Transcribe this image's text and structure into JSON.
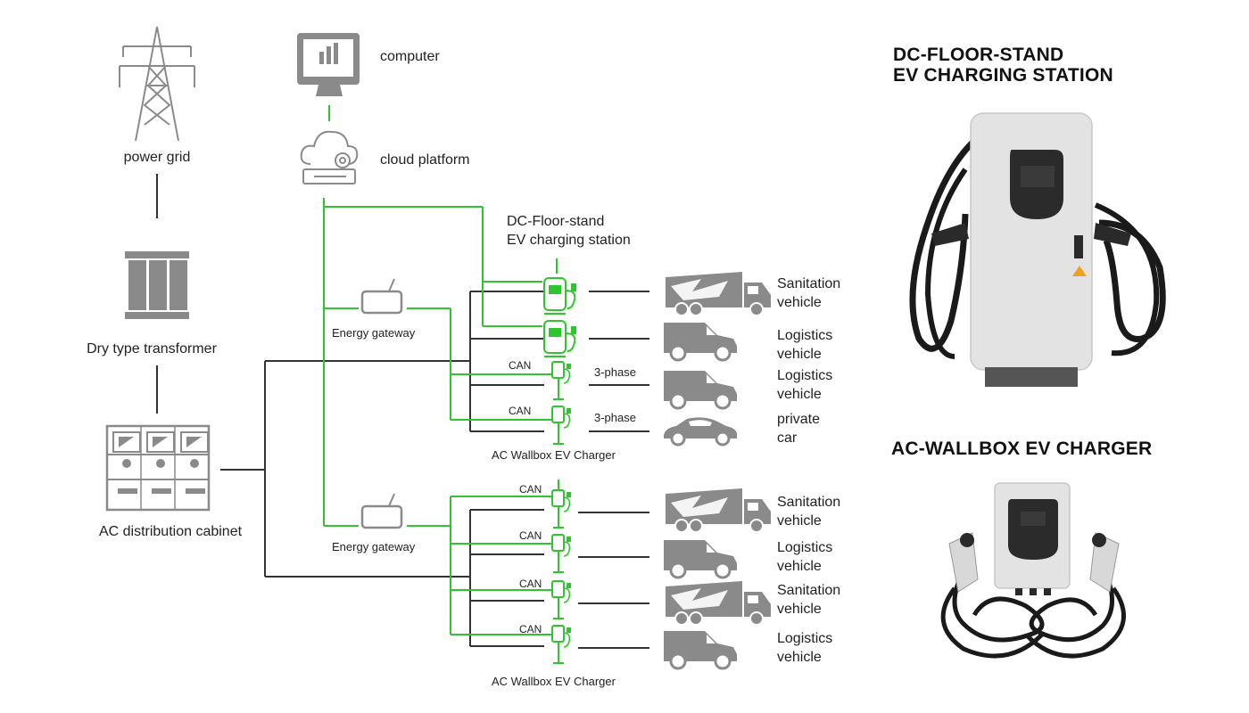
{
  "labels": {
    "power_grid": "power grid",
    "transformer": "Dry type transformer",
    "cabinet": "AC distribution cabinet",
    "computer": "computer",
    "cloud": "cloud platform",
    "dc_station_line1": "DC-Floor-stand",
    "dc_station_line2": "EV charging station",
    "energy_gateway": "Energy gateway",
    "can": "CAN",
    "three_phase": "3-phase",
    "ac_wallbox": "AC Wallbox EV Charger"
  },
  "group1_vehicles": [
    {
      "line1": "Sanitation",
      "line2": "vehicle"
    },
    {
      "line1": "Logistics",
      "line2": "vehicle"
    },
    {
      "line1": "Logistics",
      "line2": "vehicle"
    },
    {
      "line1": "private",
      "line2": "car"
    }
  ],
  "group2_vehicles": [
    {
      "line1": "Sanitation",
      "line2": "vehicle"
    },
    {
      "line1": "Logistics",
      "line2": "vehicle"
    },
    {
      "line1": "Sanitation",
      "line2": "vehicle"
    },
    {
      "line1": "Logistics",
      "line2": "vehicle"
    }
  ],
  "products": {
    "dc_title_line1": "DC-FLOOR-STAND",
    "dc_title_line2": "EV CHARGING STATION",
    "ac_title": "AC-WALLBOX EV CHARGER"
  },
  "colors": {
    "green": "#2ec52e",
    "dark_line": "#333333",
    "icon_gray": "#8a8a8a"
  }
}
